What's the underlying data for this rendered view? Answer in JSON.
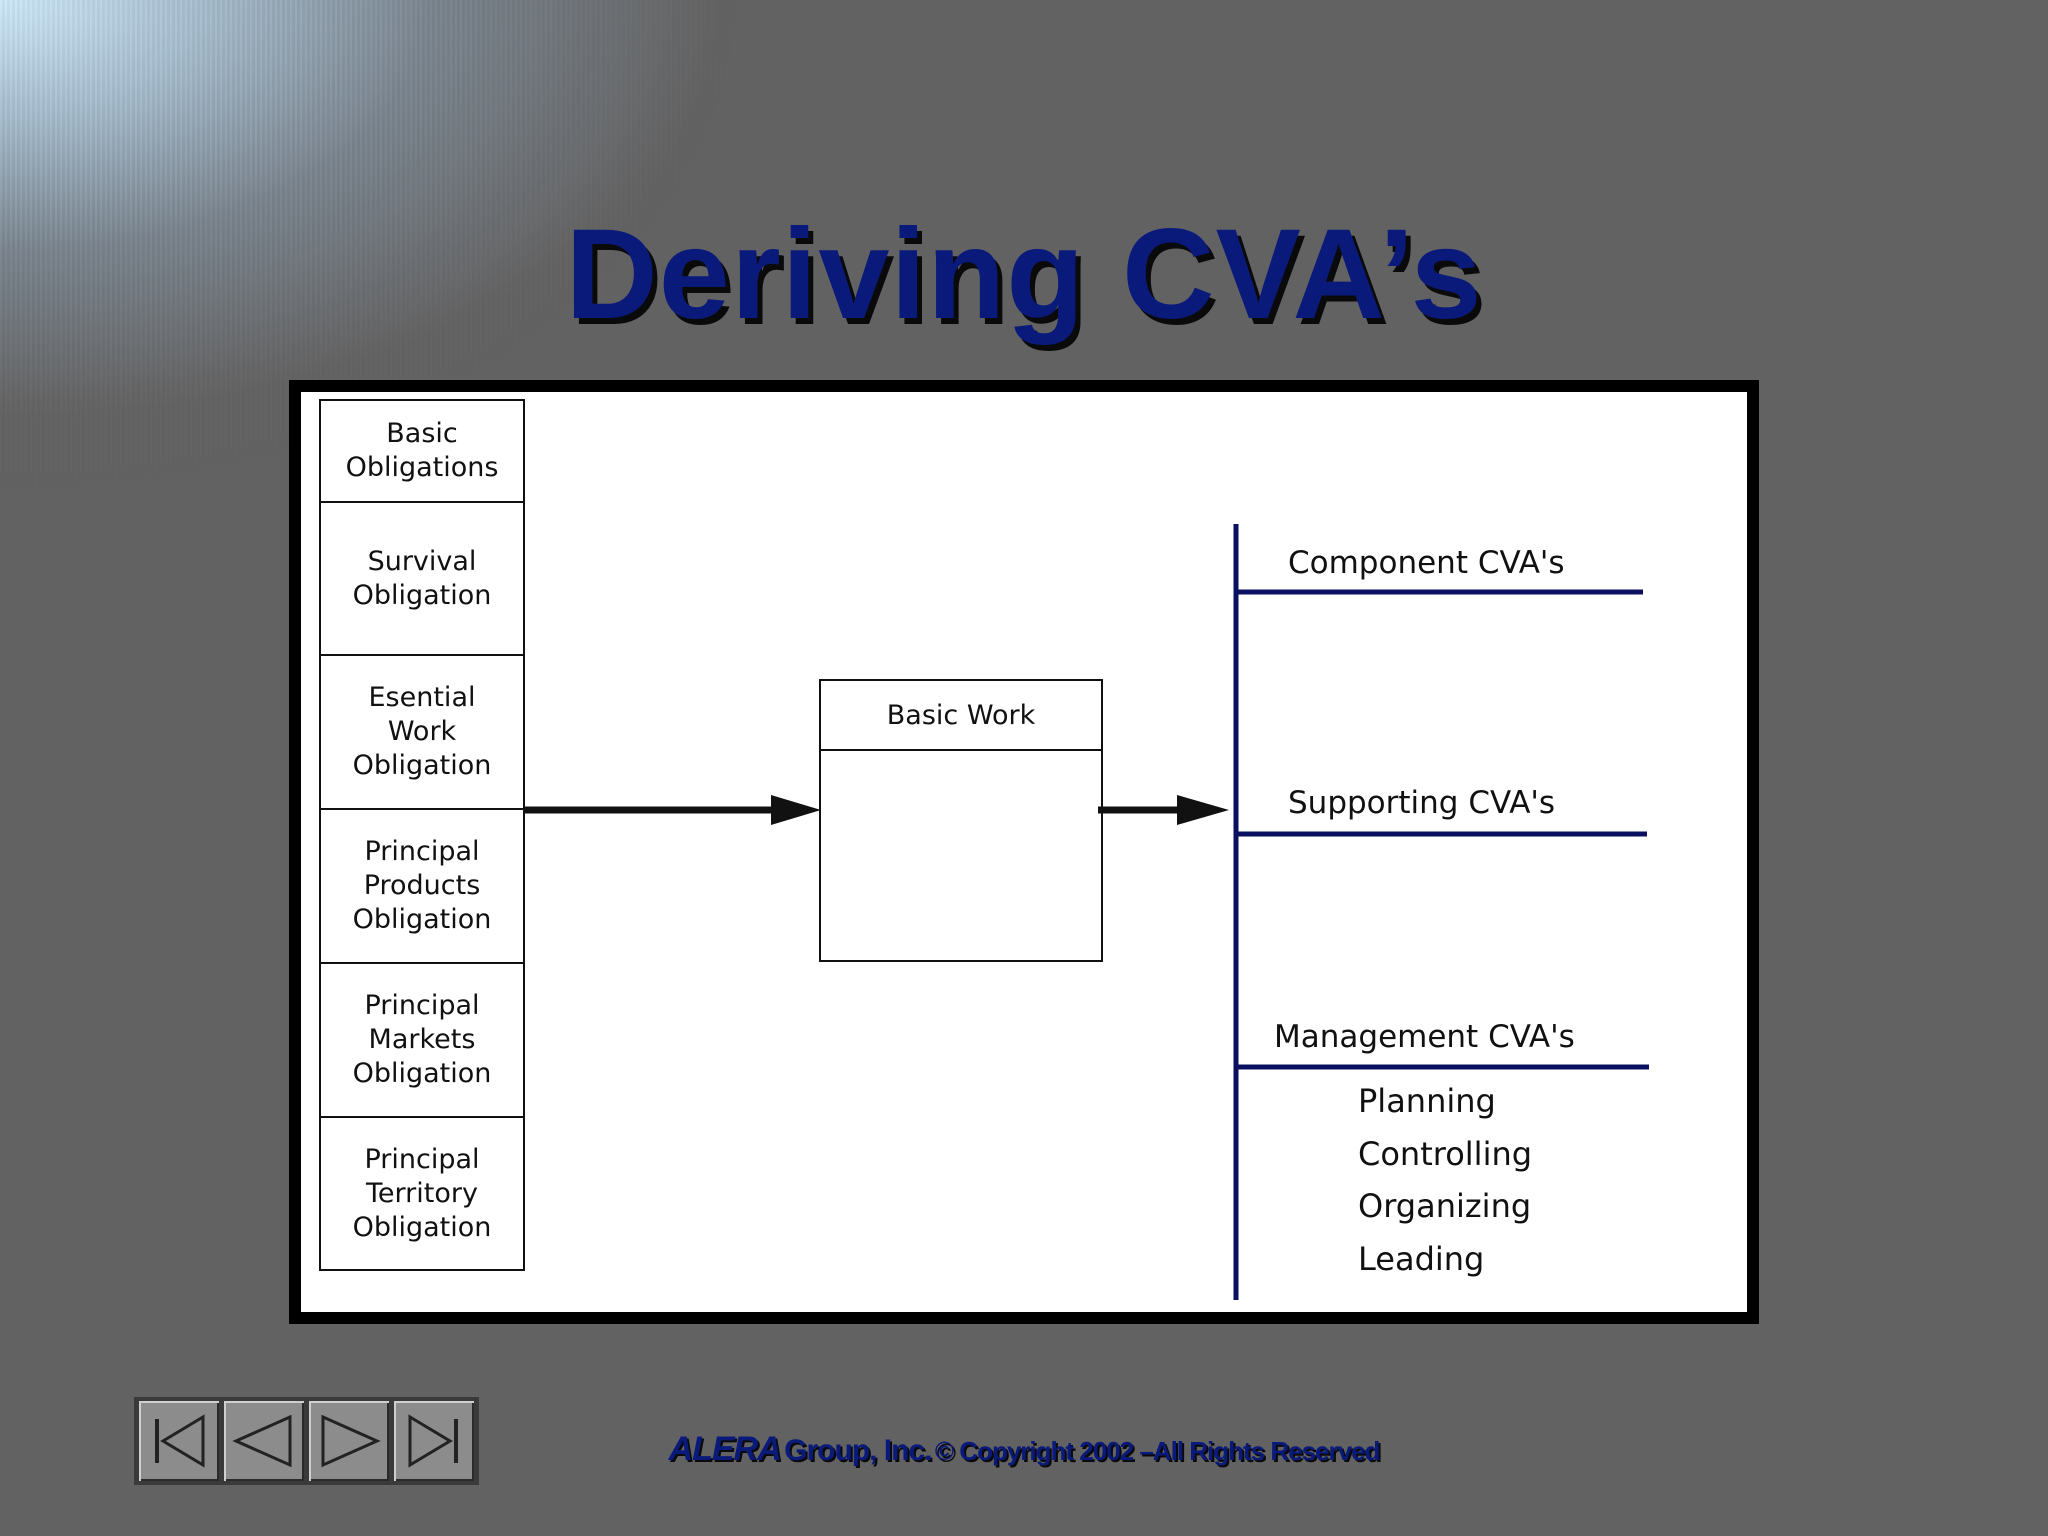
{
  "slide": {
    "title": "Deriving CVA’s"
  },
  "diagram": {
    "obligations": [
      "Basic Obligations",
      "Survival Obligation",
      "Esential Work Obligation",
      "Principal Products Obligation",
      "Principal Markets Obligation",
      "Principal Territory Obligation"
    ],
    "basic_work_label": "Basic Work",
    "cva_categories": {
      "component": "Component CVA's",
      "supporting": "Supporting CVA's",
      "management": "Management CVA's"
    },
    "management_items": [
      "Planning",
      "Controlling",
      "Organizing",
      "Leading"
    ],
    "line_color": "#0a1060"
  },
  "navigation": {
    "buttons": [
      "first-slide-icon",
      "previous-slide-icon",
      "next-slide-icon",
      "last-slide-icon"
    ]
  },
  "footer": {
    "brand": "ALERA",
    "company": "Group, Inc.",
    "copyright": "© Copyright 2002 –All Rights Reserved"
  }
}
